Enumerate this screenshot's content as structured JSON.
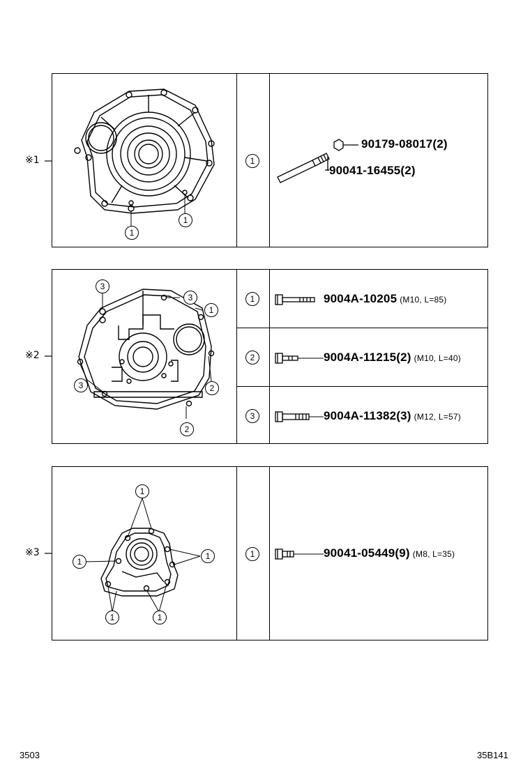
{
  "panels": [
    {
      "marker": "※1",
      "callouts": [
        "1",
        "1"
      ],
      "rows": [
        {
          "index": "1",
          "parts": [
            {
              "number": "90179-08017(2)",
              "spec": ""
            },
            {
              "number": "90041-16455(2)",
              "spec": ""
            }
          ]
        }
      ]
    },
    {
      "marker": "※2",
      "callouts": [
        "3",
        "3",
        "1",
        "3",
        "2",
        "2"
      ],
      "rows": [
        {
          "index": "1",
          "parts": [
            {
              "number": "9004A-10205",
              "spec": "(M10, L=85)"
            }
          ]
        },
        {
          "index": "2",
          "parts": [
            {
              "number": "9004A-11215(2)",
              "spec": "(M10, L=40)"
            }
          ]
        },
        {
          "index": "3",
          "parts": [
            {
              "number": "9004A-11382(3)",
              "spec": "(M12, L=57)"
            }
          ]
        }
      ]
    },
    {
      "marker": "※3",
      "callouts": [
        "1",
        "1",
        "1",
        "1",
        "1"
      ],
      "rows": [
        {
          "index": "1",
          "parts": [
            {
              "number": "90041-05449(9)",
              "spec": "(M8, L=35)"
            }
          ]
        }
      ]
    }
  ],
  "footer": {
    "left": "3503",
    "right": "35B141"
  }
}
